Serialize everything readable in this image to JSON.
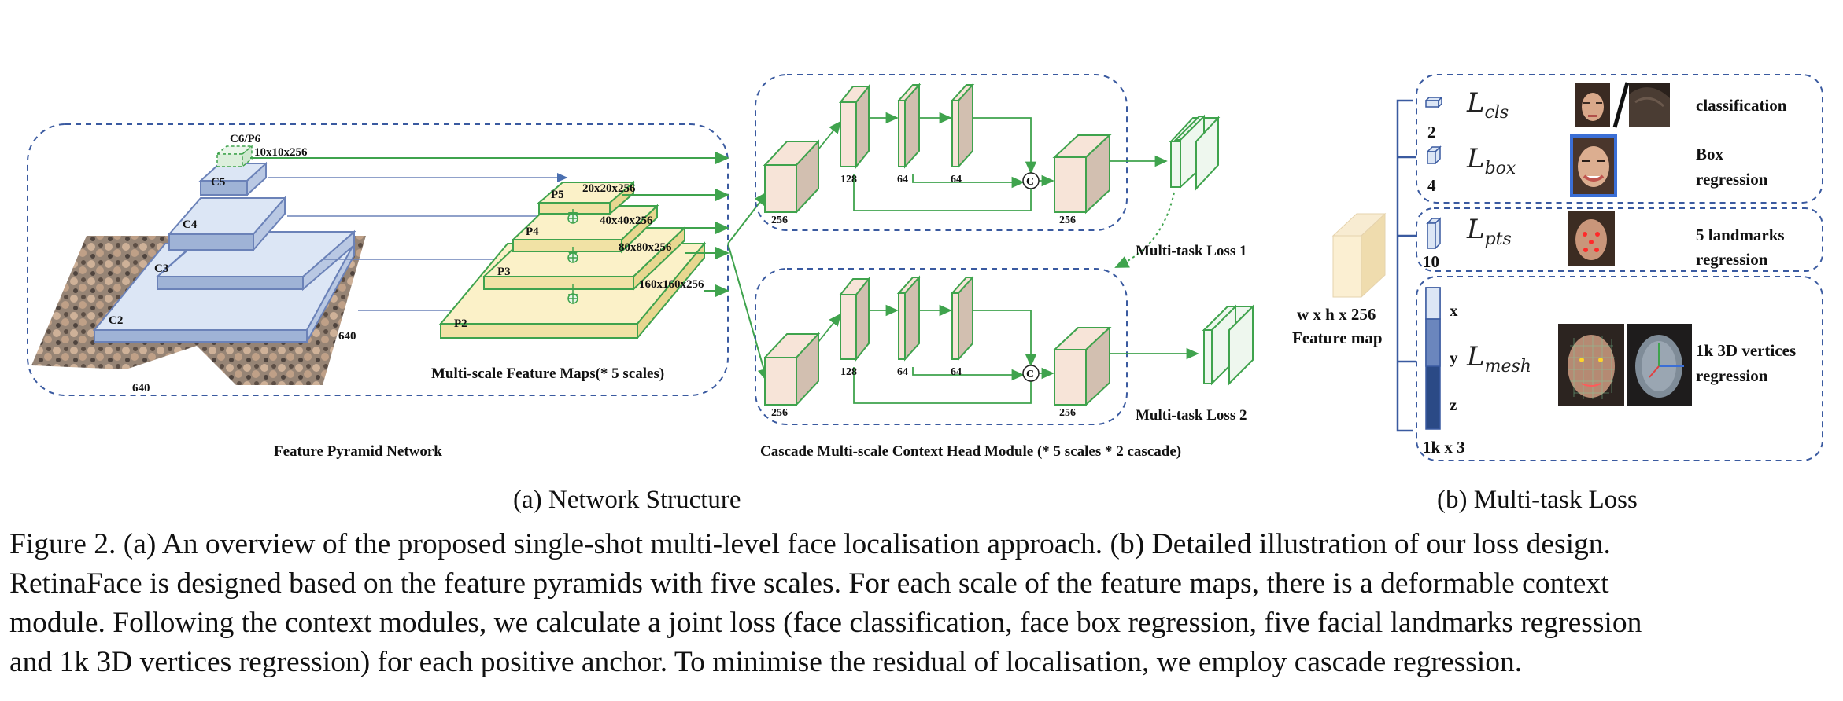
{
  "fpn": {
    "c6p6": "C6/P6",
    "c6_dim": "10x10x256",
    "c5": "C5",
    "c4": "C4",
    "c3": "C3",
    "c2": "C2",
    "w640_right": "640",
    "w640_bottom": "640",
    "p5": "P5",
    "p4": "P4",
    "p3": "P3",
    "p2": "P2",
    "p5_dim": "20x20x256",
    "p4_dim": "40x40x256",
    "p3_dim": "80x80x256",
    "p2_dim": "160x160x256",
    "msfm": "Multi-scale Feature Maps(* 5 scales)",
    "title": "Feature Pyramid Network"
  },
  "head": {
    "c_256_in": "256",
    "c_128": "128",
    "c_64a": "64",
    "c_64b": "64",
    "c_256_out": "256",
    "concat": "C",
    "loss1": "Multi-task Loss 1",
    "loss2": "Multi-task Loss 2",
    "title": "Cascade Multi-scale Context Head Module (* 5 scales * 2 cascade)"
  },
  "loss": {
    "feature_dim": "w x h x 256",
    "feature_label": "Feature map",
    "n_cls": "2",
    "n_box": "4",
    "n_pts": "10",
    "n_mesh": "1k x 3",
    "x": "x",
    "y": "y",
    "z": "z",
    "L": "L",
    "cls_sub": "cls",
    "box_sub": "box",
    "pts_sub": "pts",
    "mesh_sub": "mesh",
    "cls_label": "classification",
    "box_label_1": "Box",
    "box_label_2": "regression",
    "pts_label_1": "5 landmarks",
    "pts_label_2": "regression",
    "mesh_label_1": "1k 3D vertices",
    "mesh_label_2": "regression"
  },
  "subcaptions": {
    "a": "(a)  Network Structure",
    "b": "(b)  Multi-task Loss"
  },
  "caption": {
    "line1": "Figure 2. (a) An overview of the proposed single-shot multi-level face localisation approach. (b) Detailed illustration of our loss design.",
    "line2": "RetinaFace is designed based on the feature pyramids with five scales. For each scale of the feature maps, there is a deformable context",
    "line3": "module. Following the context modules, we calculate a joint loss (face classification, face box regression, five facial landmarks regression",
    "line4": "and 1k 3D vertices regression) for each positive anchor. To minimise the residual of localisation, we employ cascade regression."
  },
  "colors": {
    "dashed_border": "#3a5aa0",
    "green": "#3fa34d",
    "c_face": "#dce6f5",
    "c_side": "#9fb3d6",
    "p_face": "#fbf1c8",
    "conv_face": "#f7e4d8",
    "conv_side": "#d2bfb0",
    "mesh_dark": "#2b4a86"
  }
}
